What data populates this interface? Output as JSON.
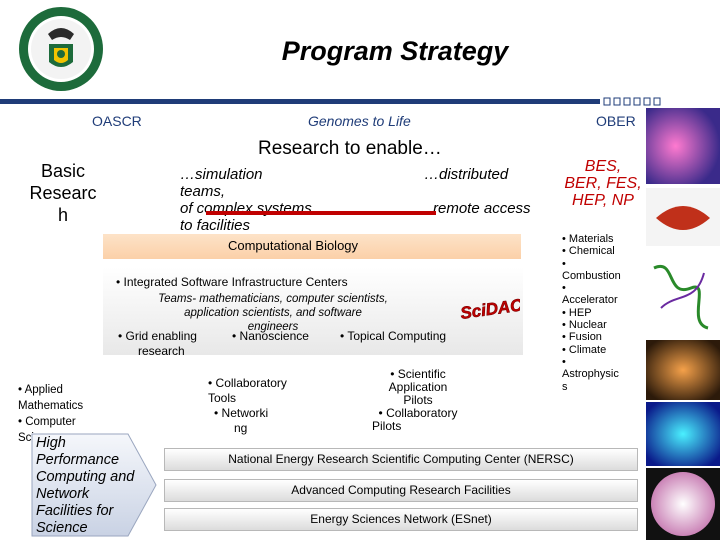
{
  "slide": {
    "title": "Program Strategy",
    "labels": {
      "oascr": "OASCR",
      "genomes": "Genomes to Life",
      "ober": "OBER"
    },
    "research_to_enable": "Research to enable…",
    "basic_research": [
      "Basic",
      "Researc",
      "h"
    ],
    "simulation": [
      "…simulation",
      "teams,",
      "of complex systems",
      "to facilities"
    ],
    "distributed": "…distributed",
    "remote_access": "remote access",
    "bes": [
      "BES,",
      "BER, FES,",
      "HEP, NP"
    ],
    "computational_biology": "Computational Biology",
    "isic": "• Integrated Software Infrastructure Centers",
    "teams": [
      "Teams- mathematicians, computer scientists,",
      "application scientists, and software",
      "engineers"
    ],
    "grid": [
      "• Grid enabling",
      "research"
    ],
    "nanoscience": "• Nanoscience",
    "topical": "• Topical Computing",
    "scidac": "SciDAC",
    "applied": [
      "• Applied",
      "Mathematics",
      "• Computer",
      "Science"
    ],
    "collab": [
      "• Collaboratory",
      "Tools",
      "• Networki",
      "ng"
    ],
    "sci_apps": [
      "• Scientific",
      "Application",
      "Pilots",
      "• Collaboratory",
      "Pilots"
    ],
    "hpc": [
      "High",
      "Performance",
      "Computing and",
      "Network",
      "Facilities for",
      "Science"
    ],
    "nersc": "National Energy Research Scientific Computing Center (NERSC)",
    "acrf": "Advanced Computing Research Facilities",
    "esnet": "Energy Sciences Network (ESnet)",
    "materials": [
      "• Materials",
      "• Chemical",
      "•",
      "Combustion",
      "•",
      "Accelerator",
      "• HEP",
      "• Nuclear",
      "• Fusion",
      "• Climate",
      "•",
      "Astrophysic",
      "s"
    ]
  },
  "colors": {
    "title": "#000000",
    "header": "#1f3c78",
    "accent_red": "#c00000",
    "bar_blue": "#1f3c78"
  }
}
